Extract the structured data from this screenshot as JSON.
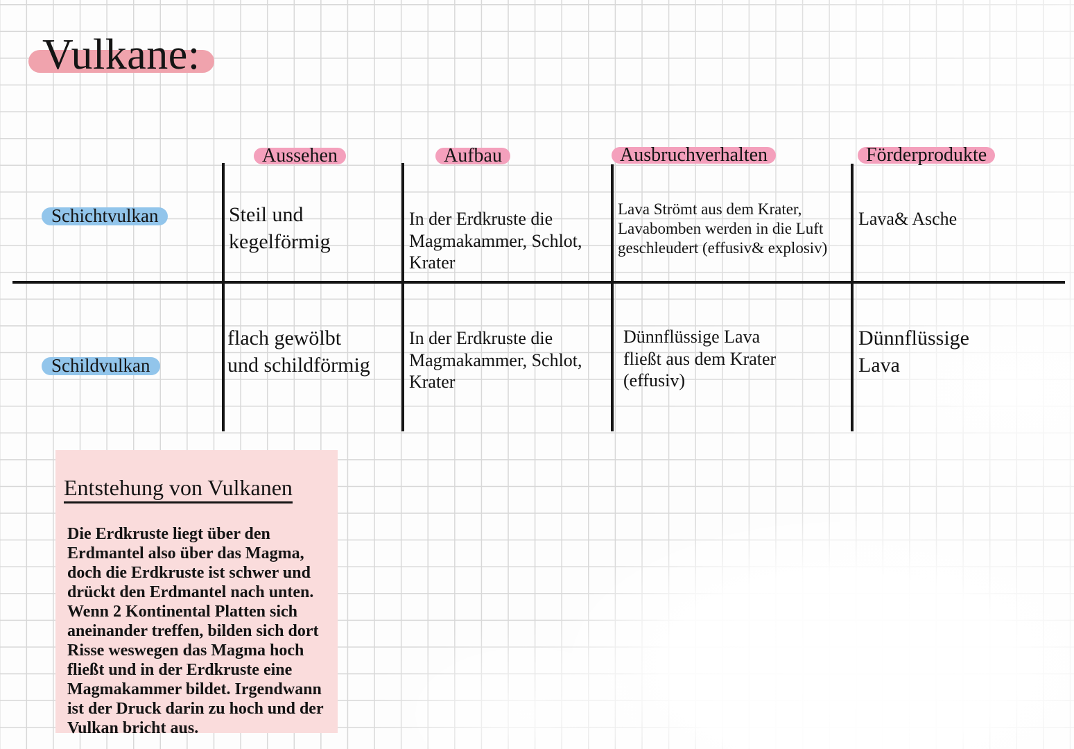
{
  "document": {
    "title": "Vulkane:"
  },
  "table": {
    "column_headers": [
      {
        "label": "Aussehen"
      },
      {
        "label": "Aufbau"
      },
      {
        "label": "Ausbruchverhalten"
      },
      {
        "label": "Förderprodukte"
      }
    ],
    "rows": [
      {
        "label": "Schichtvulkan",
        "aussehen": "Steil und kegelförmig",
        "aufbau": "In der Erdkruste die Magmakammer, Schlot, Krater",
        "ausbruchverhalten": "Lava Strömt aus dem Krater, Lavabomben werden in die Luft geschleudert (effusiv& explosiv)",
        "foerderprodukte": "Lava& Asche"
      },
      {
        "label": "Schildvulkan",
        "aussehen": "flach gewölbt und schildförmig",
        "aufbau": "In der Erdkruste die Magmakammer, Schlot, Krater",
        "ausbruchverhalten": "Dünnflüssige Lava fließt aus dem Krater (effusiv)",
        "foerderprodukte": "Dünnflüssige Lava"
      }
    ]
  },
  "note": {
    "title": "Entstehung von Vulkanen",
    "body": "Die Erdkruste liegt über den Erdmantel also über das Magma, doch die Erdkruste ist schwer und drückt den Erdmantel nach unten. Wenn 2 Kontinental Platten sich aneinander treffen, bilden sich dort Risse weswegen das Magma hoch fließt und in der Erdkruste eine Magmakammer bildet. Irgendwann ist der Druck darin zu hoch und der Vulkan bricht aus."
  },
  "colors": {
    "highlight_pink_title": "#f0a3ad",
    "highlight_pink_header": "#f4a0bc",
    "highlight_blue": "#92c5eb",
    "note_box_pink": "#fadcdc",
    "ink": "#151515",
    "grid_line": "#d8d8d8"
  }
}
